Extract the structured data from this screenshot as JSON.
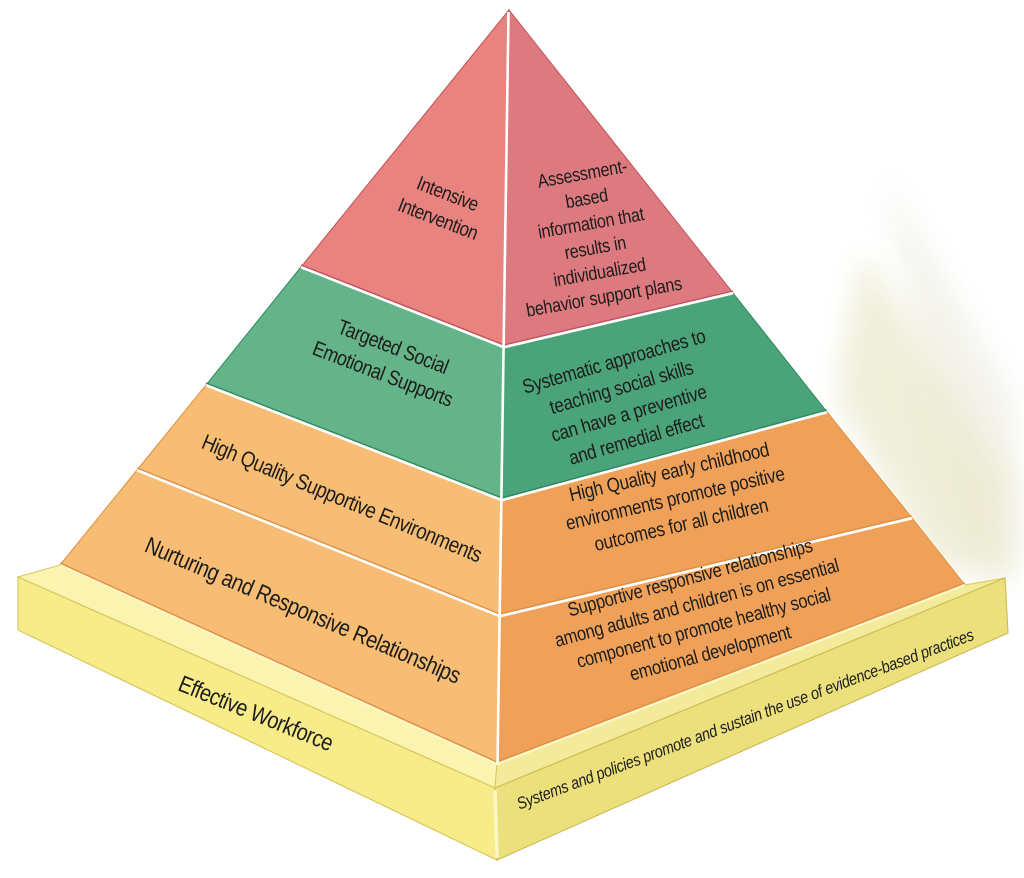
{
  "diagram": {
    "background": "#ffffff",
    "text_color": "#1d1d1b",
    "layers": [
      {
        "id": "intensive-intervention",
        "left_face": {
          "lines": [
            "Intensive",
            "Intervention"
          ]
        },
        "right_face": {
          "lines": [
            "Assessment-",
            "based",
            "information that",
            "results in",
            "individualized",
            "behavior support plans"
          ]
        },
        "colors": {
          "left_face": "#e8837f",
          "right_face": "#dc7a80",
          "edge": "#c24f59"
        }
      },
      {
        "id": "targeted-social-emotional-supports",
        "left_face": {
          "lines": [
            "Targeted Social",
            "Emotional Supports"
          ]
        },
        "right_face": {
          "lines": [
            "Systematic approaches to",
            "teaching social skills",
            "can have a preventive",
            "and remedial effect"
          ]
        },
        "colors": {
          "left_face": "#65b489",
          "right_face": "#4ba379",
          "edge": "#2a8a5e"
        }
      },
      {
        "id": "high-quality-supportive-environments",
        "left_face": {
          "lines": [
            "High Quality Supportive Environments"
          ]
        },
        "right_face": {
          "lines": [
            "High Quality early childhood",
            "environments promote positive",
            "outcomes for all children"
          ]
        },
        "colors": {
          "left_face": "#f7bd74",
          "right_face": "#f0a159",
          "edge": "#de9040"
        }
      },
      {
        "id": "nurturing-and-responsive-relationships",
        "left_face": {
          "lines": [
            "Nurturing and Responsive Relationships"
          ]
        },
        "right_face": {
          "lines": [
            "Supportive responsive relationships",
            "among adults and children is on essential",
            "component to promote healthy social",
            "emotional development"
          ]
        },
        "colors": {
          "left_face": "#f7bd74",
          "right_face": "#f0a159",
          "edge": "#de9040"
        }
      }
    ],
    "base": {
      "id": "effective-workforce",
      "left_face": {
        "lines": [
          "Effective Workforce"
        ]
      },
      "right_face": {
        "lines": [
          "Systems and policies promote and sustain the use of evidence-based practices"
        ]
      },
      "colors": {
        "left_face": "#f8ec8a",
        "right_face": "#ebe07c",
        "top_left": "#fbf3b0",
        "top_right": "#f4ea9b",
        "edge": "#d9c75f",
        "front_highlight": "#fdf6c5"
      }
    }
  }
}
